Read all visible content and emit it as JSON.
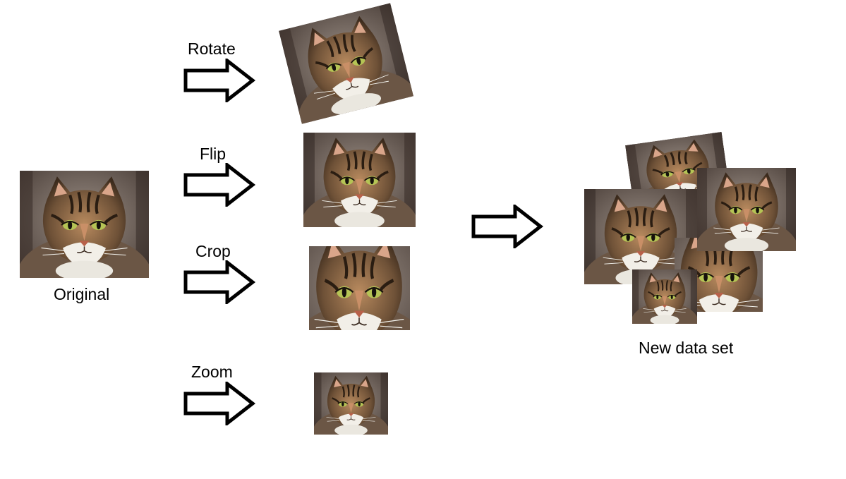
{
  "labels": {
    "original": "Original",
    "rotate": "Rotate",
    "flip": "Flip",
    "crop": "Crop",
    "zoom": "Zoom",
    "new_data_set": "New data set"
  },
  "colors": {
    "background": "#ffffff",
    "arrow_stroke": "#000000",
    "fur_dark": "#3b2a1c",
    "fur_mid": "#8a6a48",
    "fur_light": "#c9a27a",
    "muzzle": "#f2efe8",
    "eye": "#b5c455",
    "nose": "#c07a5a",
    "photo_bg": "#7c6f66"
  },
  "icons": {
    "arrow": "right-arrow-outline",
    "image": "cat-photo"
  }
}
